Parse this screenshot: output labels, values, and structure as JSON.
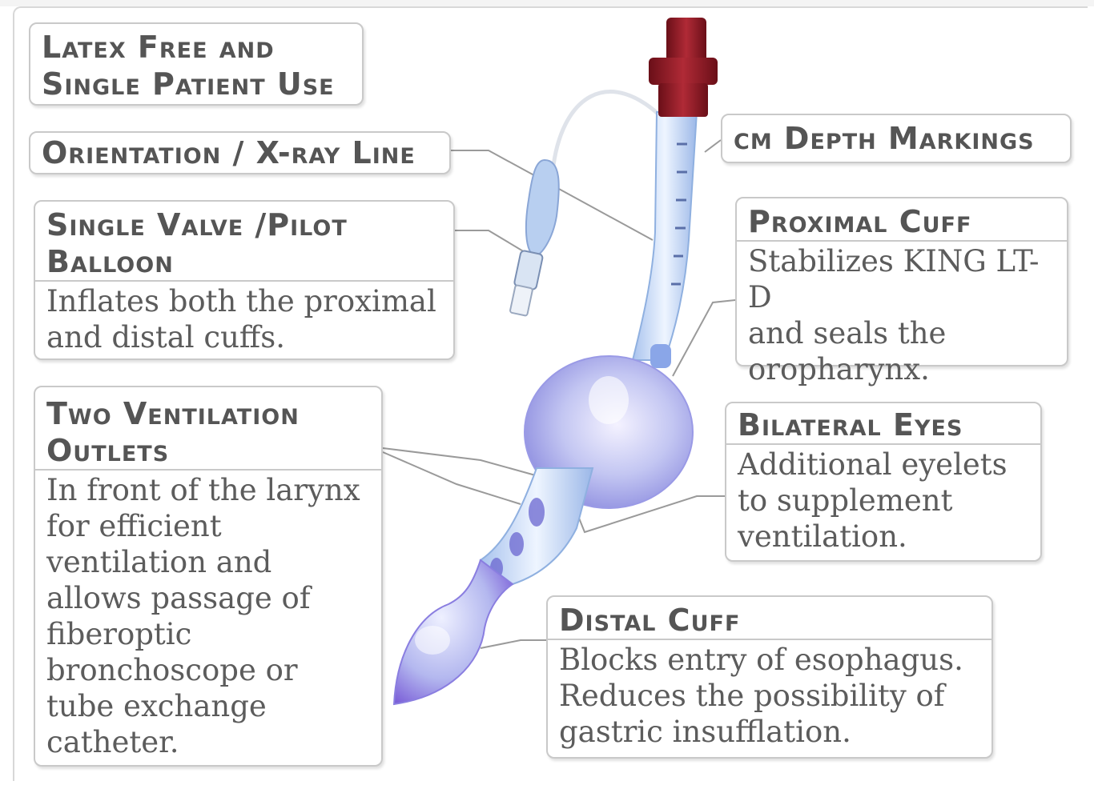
{
  "callouts": {
    "latex": {
      "title": "Latex Free and\nSingle Patient Use"
    },
    "orientation": {
      "title": "Orientation / X-ray Line"
    },
    "valve": {
      "title": "Single Valve /Pilot\nBalloon",
      "desc": "Inflates both the proximal\nand distal cuffs."
    },
    "outlets": {
      "title": "Two Ventilation\nOutlets",
      "desc": "In front of the larynx\nfor efficient\nventilation and\nallows passage of\nfiberoptic\nbronchoscope or\ntube exchange\ncatheter."
    },
    "depth": {
      "title": "cm Depth Markings"
    },
    "proximal": {
      "title": "Proximal Cuff",
      "desc": "Stabilizes KING LT-D\nand seals the\noropharynx."
    },
    "eyes": {
      "title": "Bilateral Eyes",
      "desc": "Additional eyelets\nto supplement\nventilation."
    },
    "distal": {
      "title": "Distal Cuff",
      "desc": "Blocks entry of esophagus.\nReduces the possibility of\ngastric insufflation."
    }
  },
  "colors": {
    "connector": "#8b1a24",
    "cuff": "#b8bff0",
    "tube": "#cfe0f6",
    "line": "#9a9a9a"
  }
}
